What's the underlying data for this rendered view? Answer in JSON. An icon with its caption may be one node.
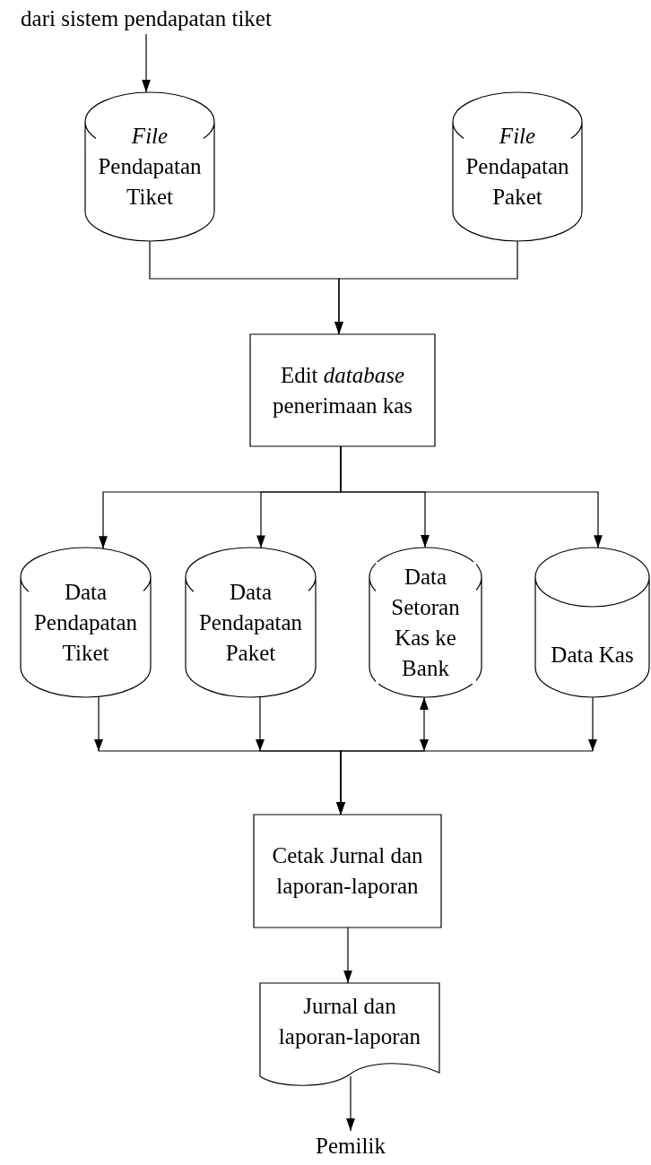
{
  "diagram": {
    "nodes": [
      {
        "text": [
          "dari sistem pendapatan tiket"
        ]
      },
      {
        "text": [
          "*File* Pendapatan Tiket"
        ]
      },
      {
        "text": [
          "*File* Pendapatan Paket"
        ]
      },
      {
        "text": [
          "Edit *database* penerimaan kas"
        ]
      },
      {
        "text": [
          "Data Pendapatan Tiket"
        ]
      },
      {
        "text": [
          "Data Pendapatan Paket"
        ]
      },
      {
        "text": [
          "Data Setoran Kas ke Bank"
        ]
      },
      {
        "text": [
          "Data Kas"
        ]
      },
      {
        "text": [
          "Cetak Jurnal dan laporan-laporan"
        ]
      },
      {
        "text": [
          "Jurnal dan laporan-laporan"
        ]
      },
      {
        "text": [
          "Pemilik"
        ]
      }
    ],
    "edges": [
      {
        "from": 0,
        "to": 1,
        "arrow": "to"
      },
      {
        "from": 1,
        "to": 3,
        "arrow": "to"
      },
      {
        "from": 2,
        "to": 3,
        "arrow": "to"
      },
      {
        "from": 3,
        "to": 4,
        "arrow": "to"
      },
      {
        "from": 3,
        "to": 5,
        "arrow": "to"
      },
      {
        "from": 3,
        "to": 6,
        "arrow": "to"
      },
      {
        "from": 3,
        "to": 7,
        "arrow": "to"
      },
      {
        "from": 4,
        "to": 8,
        "arrow": "to"
      },
      {
        "from": 5,
        "to": 8,
        "arrow": "to"
      },
      {
        "from": 6,
        "to": 8,
        "arrow": "both"
      },
      {
        "from": 7,
        "to": 8,
        "arrow": "to"
      },
      {
        "from": 8,
        "to": 9,
        "arrow": "to"
      },
      {
        "from": 9,
        "to": 10,
        "arrow": "to"
      }
    ]
  }
}
